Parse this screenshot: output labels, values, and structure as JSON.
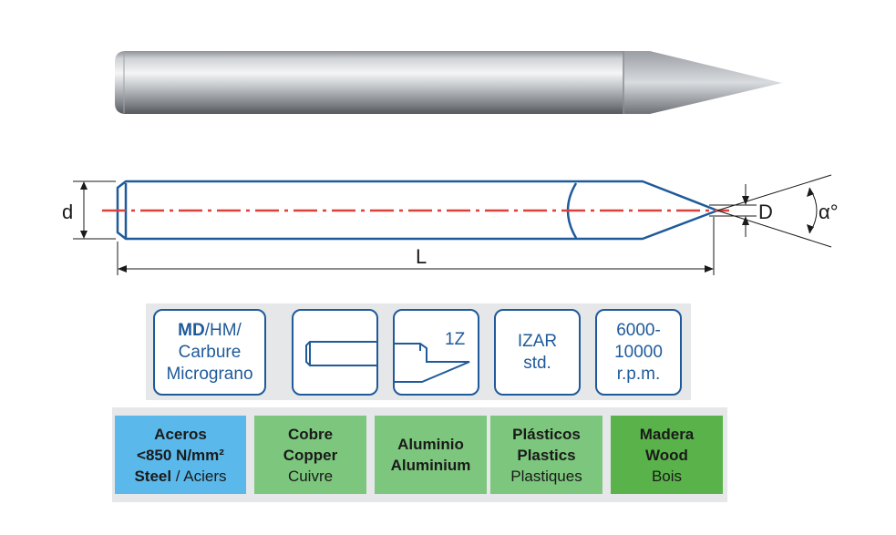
{
  "drawing": {
    "label_d": "d",
    "label_L": "L",
    "label_D": "D",
    "label_alpha": "α°"
  },
  "specs": {
    "material": {
      "bold": "MD",
      "rest": "/HM/",
      "line2": "Carbure",
      "line3": "Micrograno"
    },
    "flutes": "1Z",
    "standard": {
      "line1": "IZAR",
      "line2": "std."
    },
    "rpm": {
      "line1": "6000-",
      "line2": "10000",
      "line3": "r.p.m."
    }
  },
  "materials": [
    {
      "line1": "Aceros",
      "line2": "<850 N/mm²",
      "line3_bold": "Steel",
      "line3_light": " / Aciers",
      "color": "#5bb8ea"
    },
    {
      "line1": "Cobre",
      "line2": "Copper",
      "line3": "Cuivre",
      "color": "#7dc67d"
    },
    {
      "line1": "Aluminio",
      "line2": "Aluminium",
      "color": "#7dc67d"
    },
    {
      "line1": "Plásticos",
      "line2": "Plastics",
      "line3": "Plastiques",
      "color": "#7dc67d"
    },
    {
      "line1": "Madera",
      "line2": "Wood",
      "line3": "Bois",
      "color": "#5ab34a"
    }
  ],
  "colors": {
    "outline": "#1f5a9a",
    "centerline": "#d9423c",
    "dimension": "#1a1a1a"
  }
}
